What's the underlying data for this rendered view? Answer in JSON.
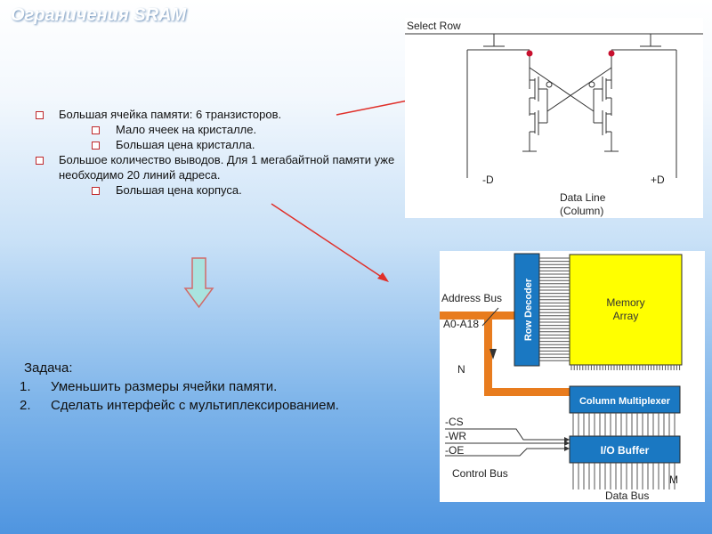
{
  "slide": {
    "title": "Ограничения SRAM"
  },
  "bullets": [
    {
      "level": 1,
      "text": "Большая ячейка памяти: 6 транзисторов."
    },
    {
      "level": 2,
      "text": "Мало ячеек на кристалле."
    },
    {
      "level": 2,
      "text": "Большая цена кристалла."
    },
    {
      "level": 1,
      "text": "Большое количество выводов. Для 1 мегабайтной памяти уже необходимо 20 линий адреса."
    },
    {
      "level": 2,
      "text": "Большая цена корпуса."
    }
  ],
  "task": {
    "heading": "Задача:",
    "items": [
      {
        "num": "1.",
        "text": "Уменьшить размеры ячейки памяти."
      },
      {
        "num": "2.",
        "text": "Сделать интерфейс с мультиплексированием."
      }
    ]
  },
  "sram_cell": {
    "select_row": "Select Row",
    "minus_d": "-D",
    "plus_d": "+D",
    "data_line": "Data Line",
    "column": "(Column)"
  },
  "block_diagram": {
    "address_bus": "Address Bus",
    "a0_a18": "A0-A18",
    "n": "N",
    "row_decoder": "Row Decoder",
    "memory_array_1": "Memory",
    "memory_array_2": "Array",
    "column_multiplexer": "Column Multiplexer",
    "cs": "-CS",
    "wr": "-WR",
    "oe": "-OE",
    "io_buffer": "I/O Buffer",
    "control_bus": "Control Bus",
    "m": "M",
    "data_bus": "Data Bus"
  },
  "colors": {
    "bullet_marker": "#c0282b",
    "memory_array": "#ffff00",
    "decoder_blue": "#1a78c2",
    "address_bus_orange": "#e87c1e",
    "pointer_arrow": "#e0302a",
    "down_arrow_fill": "#a9e3df"
  }
}
